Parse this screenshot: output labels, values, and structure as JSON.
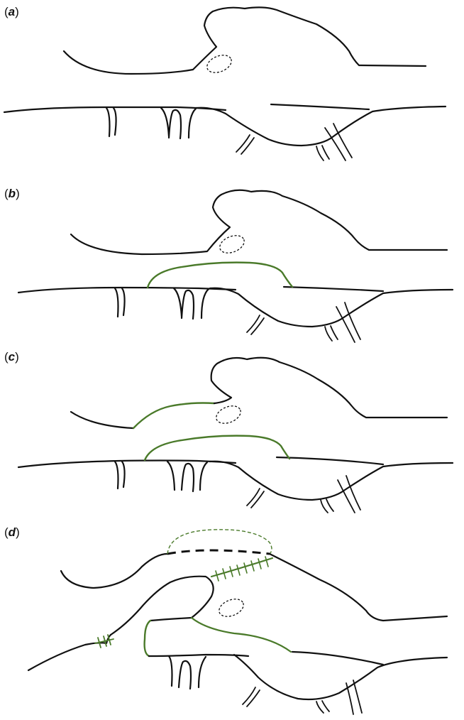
{
  "panels": [
    {
      "id": "a",
      "open": "(",
      "letter": "a",
      "close": ")"
    },
    {
      "id": "b",
      "open": "(",
      "letter": "b",
      "close": ")"
    },
    {
      "id": "c",
      "open": "(",
      "letter": "c",
      "close": ")"
    },
    {
      "id": "d",
      "open": "(",
      "letter": "d",
      "close": ")"
    }
  ],
  "colors": {
    "outline": "#111111",
    "highlight": "#4a7a2a"
  }
}
